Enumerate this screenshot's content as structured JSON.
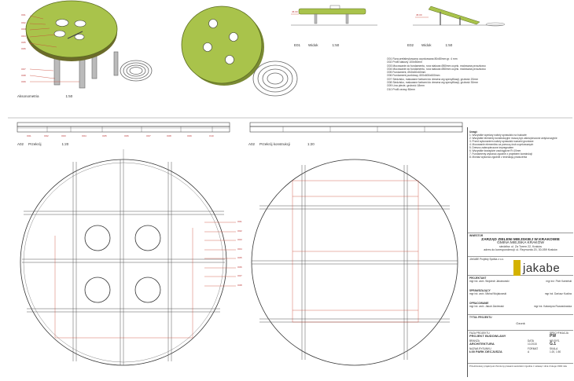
{
  "views": {
    "axonometric": "Aksonometria",
    "axonometric_scale": "1:50",
    "e01_label": "E01",
    "e01_title": "Widok",
    "e01_scale": "1:50",
    "e02_label": "E02",
    "e02_title": "Widok",
    "e02_scale": "1:50",
    "a02_1_label": "A02",
    "a02_1_title": "Przekrój",
    "a02_1_scale": "1:20",
    "a02_2_label": "A02",
    "a02_2_title": "Przekrój konstrukcji",
    "a02_2_scale": "1:20",
    "e01_dim": "45.00",
    "e02_dim": "45.00"
  },
  "callouts_axo": [
    "O01",
    "O02",
    "O03",
    "O04",
    "O05",
    "O06",
    "O07",
    "O08",
    "O09"
  ],
  "callouts_section": [
    "O01",
    "O02",
    "O03",
    "O04",
    "O05",
    "O06",
    "O07",
    "O08",
    "O09",
    "O10"
  ],
  "callouts_plan": [
    "O01",
    "O02",
    "O03",
    "O04",
    "O05",
    "O06",
    "O07",
    "O08"
  ],
  "legend": [
    "O01  Rura prefabrykowana ocynkowana 80x80mm gr. 4 mm",
    "O02  Profil stalowy 100x50mm",
    "O03  Mocowanie do fundamentu, rura stalowa Ø80mm ocynk. malowana proszkowo",
    "O04  Mocowanie do fundamentu, rura stalowa Ø80mm ocynk. malowana proszkowo",
    "O05  Fundament, Ø40x60x60mm",
    "O06  Fundament punktowy, 600x600x600mm",
    "O07  Siedzisko, malowane farbami do drewna wg specyfikacji, grubość 20mm",
    "O08  Siedzisko, malowane farbami do drewna wg specyfikacji, grubość 30mm",
    "O09  Lina plecie, grubość 18mm",
    "O10  Profil ceowy 80mm"
  ],
  "notes_heading": "Uwagi:",
  "notes": [
    "1. Wszystkie wymiary należy sprawdzić na budowie",
    "2. Wszystkie elementy konstrukcyjne muszą być zabezpieczone antykorozyjnie",
    "3. Przed wykonaniem należy sprawdzić warunki gruntowe",
    "4. Mocowanie elementów za pomocą śrub ocynkowanych",
    "5. Drewno zabezpieczone impregnatem",
    "6. Wszystkie krawędzie zaokrąglone R=10mm",
    "7. Fundamenty wykonać zgodnie z projektem konstrukcji",
    "8. Montaż wykonać zgodnie z instrukcją producenta"
  ],
  "investor_heading": "INWESTOR",
  "investor": [
    "ZARZĄD ZIELENI MIEJSKIEJ W KRAKOWIE",
    "GMINA MIEJSKA KRAKÓW",
    "siedziba: ul. Za Torem 22, Kraków",
    "adres do korespondencji: ul. Reymonta 20, 30-059 Kraków"
  ],
  "designer": "JAKABE Projekty Spółka z o.o.",
  "logo": "jakabe",
  "roles": [
    {
      "role": "PROJEKTANT",
      "left": "mgr inż. arch. Wojciech Jakubowski",
      "right": "mgr inż. Piotr Kamiński"
    },
    {
      "role": "SPRAWDZAJĄCY",
      "left": "mgr inż. arch. Michał Wojakowski",
      "right": "mgr inż. Dariusz Kozłów"
    },
    {
      "role": "OPRACOWANIE",
      "left": "mgr inż. arch. Jakub Zaniewski",
      "right": "mgr inż. Katarzyna Rozwadowska"
    }
  ],
  "title_type_heading": "TYTUŁ PROJEKTU",
  "title_type": "Ozonk",
  "stage_heading": "FAZA PROJEKTU",
  "stage": "PROJEKT BUDOWLANY",
  "branch_heading": "BRANŻA",
  "branch": "ARCHITEKTURA",
  "object_heading": "NAZWA RYSUNKU",
  "object": "Ł00 PARK DECJUSZA",
  "spec_label": "SPECYFIKACJA",
  "spec": "PW",
  "sheet_label": "NR RYS.",
  "sheet": "G.1",
  "date_label": "DATA",
  "date": "10.2018",
  "format_label": "FORMAT",
  "format": "A",
  "scale_label": "SKALA",
  "scale": "1:20, 1:50",
  "footer": "Przedmiotowy projekt jest chroniony prawami autorskimi zgodnie z ustawą z dnia 4 lutego 1994 roku"
}
